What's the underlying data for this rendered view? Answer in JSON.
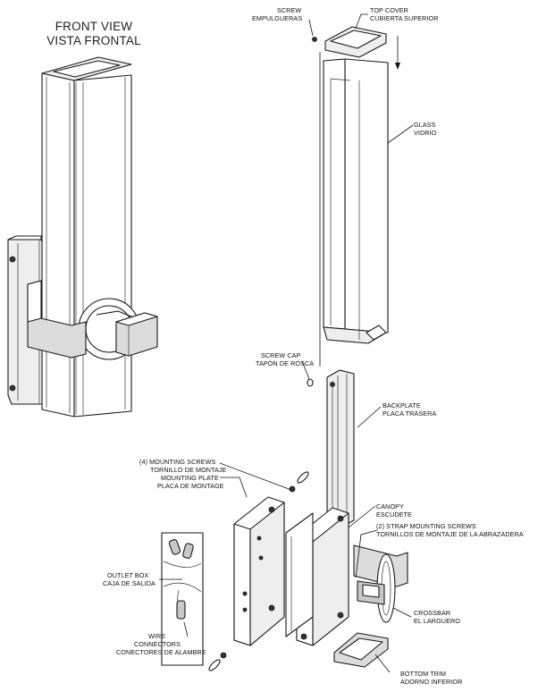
{
  "title": {
    "line1": "FRONT VIEW",
    "line2": "VISTA FRONTAL"
  },
  "labels": {
    "screw": [
      "SCREW",
      "EMPULGUERAS"
    ],
    "top_cover": [
      "TOP COVER",
      "CUBIERTA SUPERIOR"
    ],
    "glass": [
      "GLASS",
      "VIDRIO"
    ],
    "screw_cap": [
      "SCREW CAP",
      "TAPÓN DE ROSCA"
    ],
    "backplate": [
      "BACKPLATE",
      "PLACA TRASERA"
    ],
    "mounting_screws": [
      "(4) MOUNTING SCREWS",
      "TORNILLO DE MONTAJE"
    ],
    "mounting_plate": [
      "MOUNTING PLATE",
      "PLACA DE MONTAGE"
    ],
    "canopy": [
      "CANOPY",
      "ESCUDETE"
    ],
    "strap_screws": [
      "(2) STRAP MOUNTING SCREWS",
      "TORNILLOS DE MONTAJE  DE LA ABRAZADERA"
    ],
    "outlet_box": [
      "OUTLET BOX",
      "CAJA DE SALIDA"
    ],
    "crossbar": [
      "CROSSBAR",
      "EL LARGUERO"
    ],
    "wire_connectors": [
      "WIRE",
      "CONNECTORS",
      "CONECTORES DE ALAMBRE"
    ],
    "bottom_trim": [
      "BOTTOM TRIM",
      "ADORNO INFERIOR"
    ]
  }
}
